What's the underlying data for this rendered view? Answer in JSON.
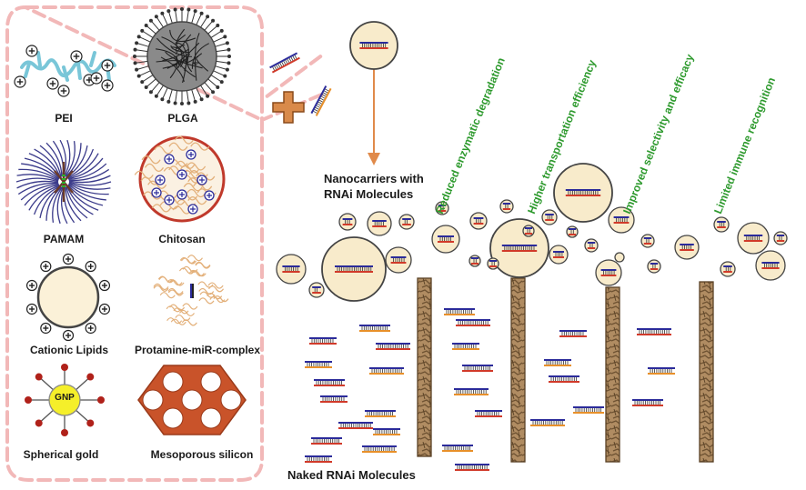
{
  "carriers": [
    {
      "id": "pei",
      "label": "PEI"
    },
    {
      "id": "plga",
      "label": "PLGA"
    },
    {
      "id": "pamam",
      "label": "PAMAM"
    },
    {
      "id": "chitosan",
      "label": "Chitosan"
    },
    {
      "id": "cationic",
      "label": "Cationic Lipids"
    },
    {
      "id": "protamine",
      "label": "Protamine-miR-complex"
    },
    {
      "id": "gold",
      "label": "Spherical gold"
    },
    {
      "id": "silicon",
      "label": "Mesoporous silicon"
    }
  ],
  "gold_core_label": "GNP",
  "nanocarriers_label_line1": "Nanocarriers with",
  "nanocarriers_label_line2": "RNAi Molecules",
  "naked_label": "Naked RNAi Molecules",
  "benefits": [
    "Reduced enzymatic degradation",
    "Higher transportation efficiency",
    "Improved selectivity and efficacy",
    "Limited immune recognition"
  ],
  "colors": {
    "dashed_border": "#f2b8b8",
    "pei_chain": "#79c6d8",
    "nanoparticle_fill": "#f8ebcb",
    "rna_strand_blue": "#2b2b9a",
    "rna_strand_red": "#d13a2a",
    "rna_strand_orange": "#e8902a",
    "benefit_text": "#2e9a2e",
    "gold_core": "#f5ef2a",
    "silicon": "#c9532a",
    "pillar": "#a5825a",
    "plus_sign": "#d98a4a"
  }
}
